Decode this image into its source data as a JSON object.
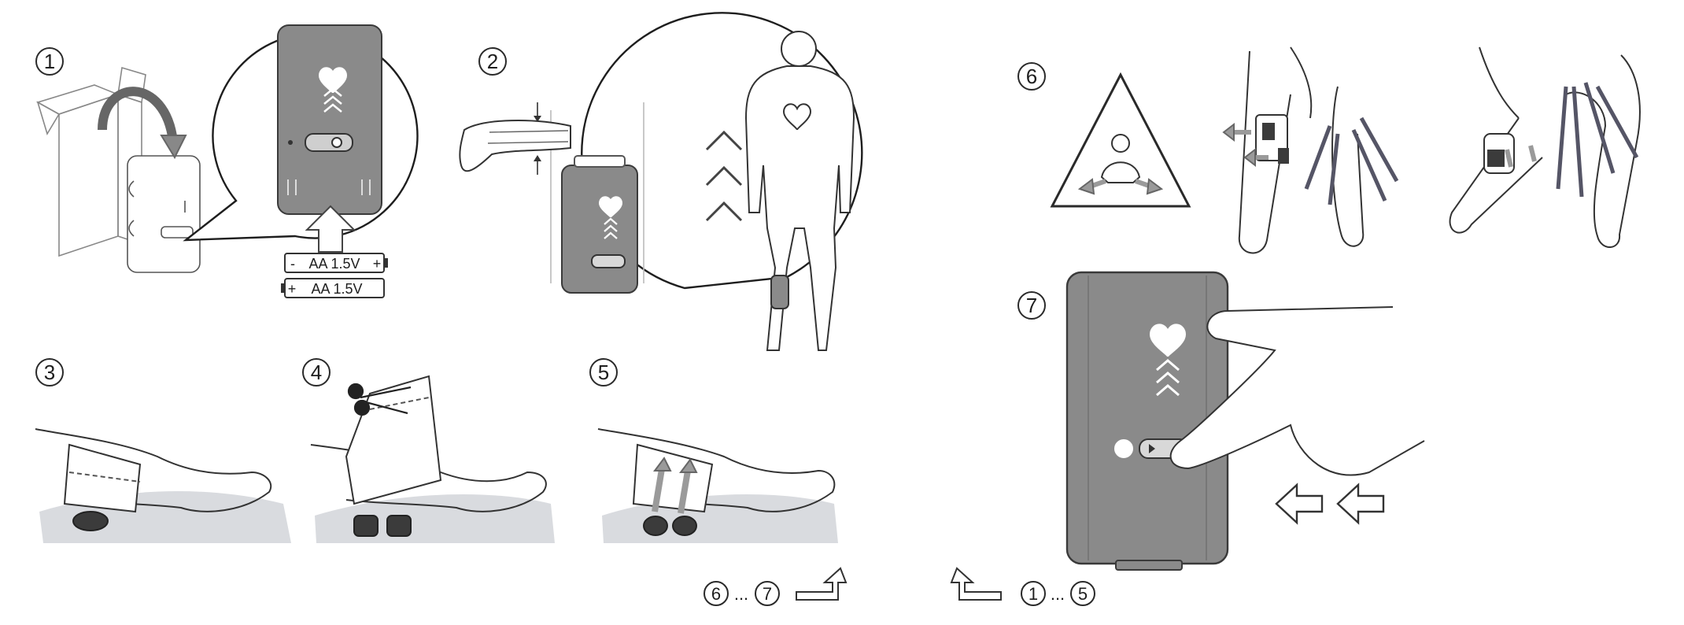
{
  "colors": {
    "device_gray": "#8a8a8a",
    "device_outline": "#3a3a3a",
    "floor_gray": "#d9dbdf",
    "pad_dark": "#3b3b3b",
    "arrow_gray": "#9a9a9a",
    "line": "#2a2a2a"
  },
  "steps": {
    "s1": "1",
    "s2": "2",
    "s3": "3",
    "s4": "4",
    "s5": "5",
    "s6": "6",
    "s7": "7"
  },
  "batteries": {
    "top_label": "AA 1.5V",
    "bottom_label": "AA 1.5V",
    "top_left_sign": "-",
    "top_right_sign": "+",
    "bottom_left_sign": "+"
  },
  "nav": {
    "forward_from": "6",
    "forward_dots": "...",
    "forward_to": "7",
    "back_from": "1",
    "back_dots": "...",
    "back_to": "5"
  },
  "icons": {
    "heart": "heart-icon",
    "chevrons": "chevron-up-icon",
    "warning": "warning-triangle-icon",
    "scissors": "scissors-icon",
    "return_arrow": "return-arrow-icon",
    "push_arrow": "push-left-arrow-icon"
  }
}
